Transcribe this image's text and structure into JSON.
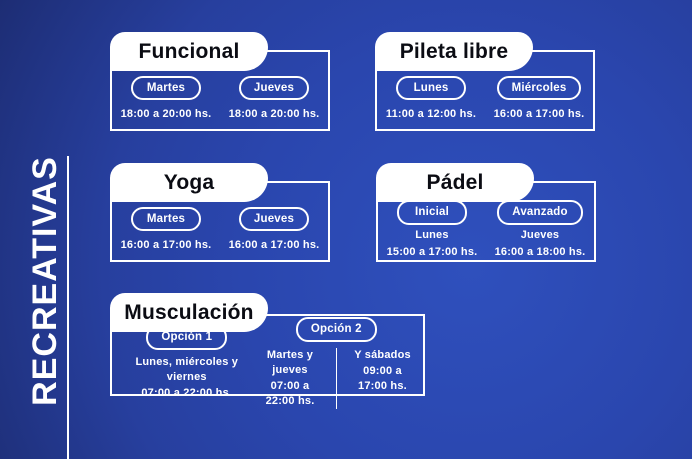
{
  "section": {
    "vertical_title": "RECREATIVAS"
  },
  "colors": {
    "background_center": "#2a46ae",
    "background_dark_corner": "#1d2d74",
    "background_light_spot": "#2f50bd",
    "card_tab_fill": "#ffffff",
    "card_title_text": "#0b0c13",
    "card_border": "#ffffff",
    "text": "#ffffff"
  },
  "cards": [
    {
      "title": "Funcional",
      "columns": [
        {
          "pill": "Martes",
          "time": "18:00 a 20:00 hs."
        },
        {
          "pill": "Jueves",
          "time": "18:00 a 20:00 hs."
        }
      ]
    },
    {
      "title": "Pileta libre",
      "columns": [
        {
          "pill": "Lunes",
          "time": "11:00 a 12:00 hs."
        },
        {
          "pill": "Miércoles",
          "time": "16:00 a 17:00 hs."
        }
      ]
    },
    {
      "title": "Yoga",
      "columns": [
        {
          "pill": "Martes",
          "time": "16:00 a 17:00 hs."
        },
        {
          "pill": "Jueves",
          "time": "16:00 a 17:00 hs."
        }
      ]
    },
    {
      "title": "Pádel",
      "columns": [
        {
          "pill": "Inicial",
          "day": "Lunes",
          "time": "15:00 a 17:00 hs."
        },
        {
          "pill": "Avanzado",
          "day": "Jueves",
          "time": "16:00 a 18:00 hs."
        }
      ]
    },
    {
      "title": "Musculación",
      "columns": [
        {
          "pill": "Opción 1",
          "day": "Lunes, miércoles y viernes",
          "time": "07:00 a 22:00 hs."
        },
        {
          "pill": "Opción 2",
          "schedules": [
            {
              "day": "Martes y jueves",
              "time": "07:00 a 22:00 hs."
            },
            {
              "day": "Y sábados",
              "time": "09:00 a 17:00 hs."
            }
          ]
        }
      ]
    }
  ]
}
